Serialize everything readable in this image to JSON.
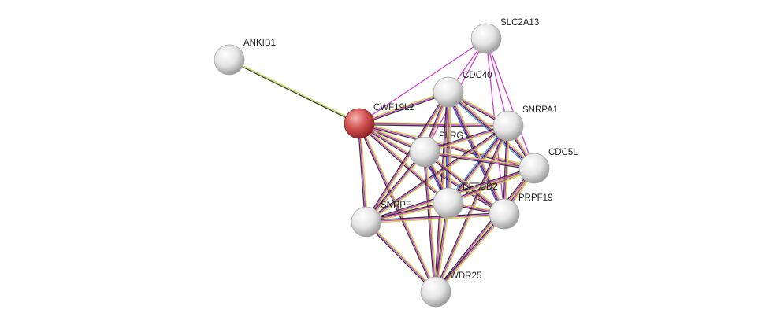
{
  "network": {
    "nodes": [
      {
        "id": "ankib1",
        "label": "ANKIB1",
        "query": false
      },
      {
        "id": "cwf19l2",
        "label": "CWF19L2",
        "query": true
      },
      {
        "id": "slc2a13",
        "label": "SLC2A13",
        "query": false
      },
      {
        "id": "cdc40",
        "label": "CDC40",
        "query": false
      },
      {
        "id": "snrpa1",
        "label": "SNRPA1",
        "query": false
      },
      {
        "id": "plrg1",
        "label": "PLRG1",
        "query": false
      },
      {
        "id": "cdc5l",
        "label": "CDC5L",
        "query": false
      },
      {
        "id": "eftud2",
        "label": "EFTUD2",
        "query": false
      },
      {
        "id": "prpf19",
        "label": "PRPF19",
        "query": false
      },
      {
        "id": "snrpf",
        "label": "SNRPF",
        "query": false
      },
      {
        "id": "wdr25",
        "label": "WDR25",
        "query": false
      }
    ],
    "edge_colors": {
      "textmining": "#c6d93a",
      "coexpression": "#2b2b2b",
      "experiments": "#cc33cc",
      "databases": "#4a90e2",
      "homology": "#3c3ce6"
    },
    "node_colors": {
      "query": "#d23c3c",
      "other": "#d8d8d8"
    }
  }
}
